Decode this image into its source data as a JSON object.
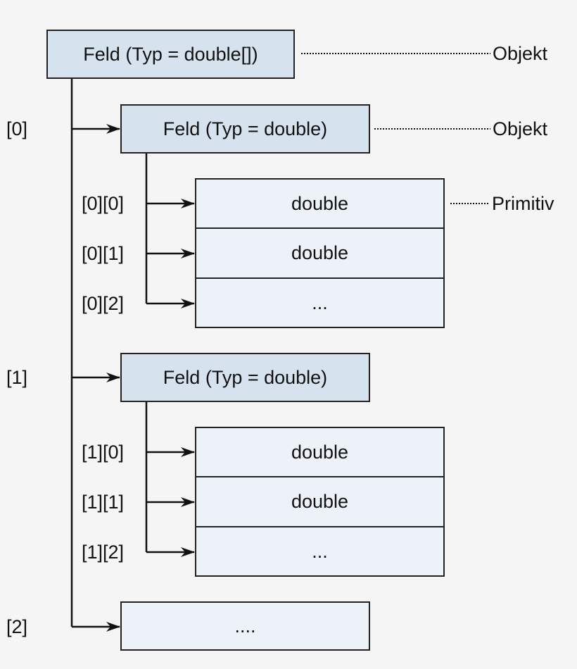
{
  "outer_array": {
    "label": "Feld (Typ = double[])"
  },
  "rows": [
    {
      "index": "[0]",
      "label": "Feld (Typ = double)",
      "cells": [
        {
          "index": "[0][0]",
          "value": "double"
        },
        {
          "index": "[0][1]",
          "value": "double"
        },
        {
          "index": "[0][2]",
          "value": "..."
        }
      ]
    },
    {
      "index": "[1]",
      "label": "Feld (Typ = double)",
      "cells": [
        {
          "index": "[1][0]",
          "value": "double"
        },
        {
          "index": "[1][1]",
          "value": "double"
        },
        {
          "index": "[1][2]",
          "value": "..."
        }
      ]
    },
    {
      "index": "[2]",
      "label": "...."
    }
  ],
  "annotations": {
    "outer": "Objekt",
    "row": "Objekt",
    "cell": "Primitiv"
  },
  "colors": {
    "outer_fill": "#d6e3ef",
    "cell_fill": "#ecf2f7",
    "stroke": "#222222",
    "background": "#f5f5f5"
  }
}
